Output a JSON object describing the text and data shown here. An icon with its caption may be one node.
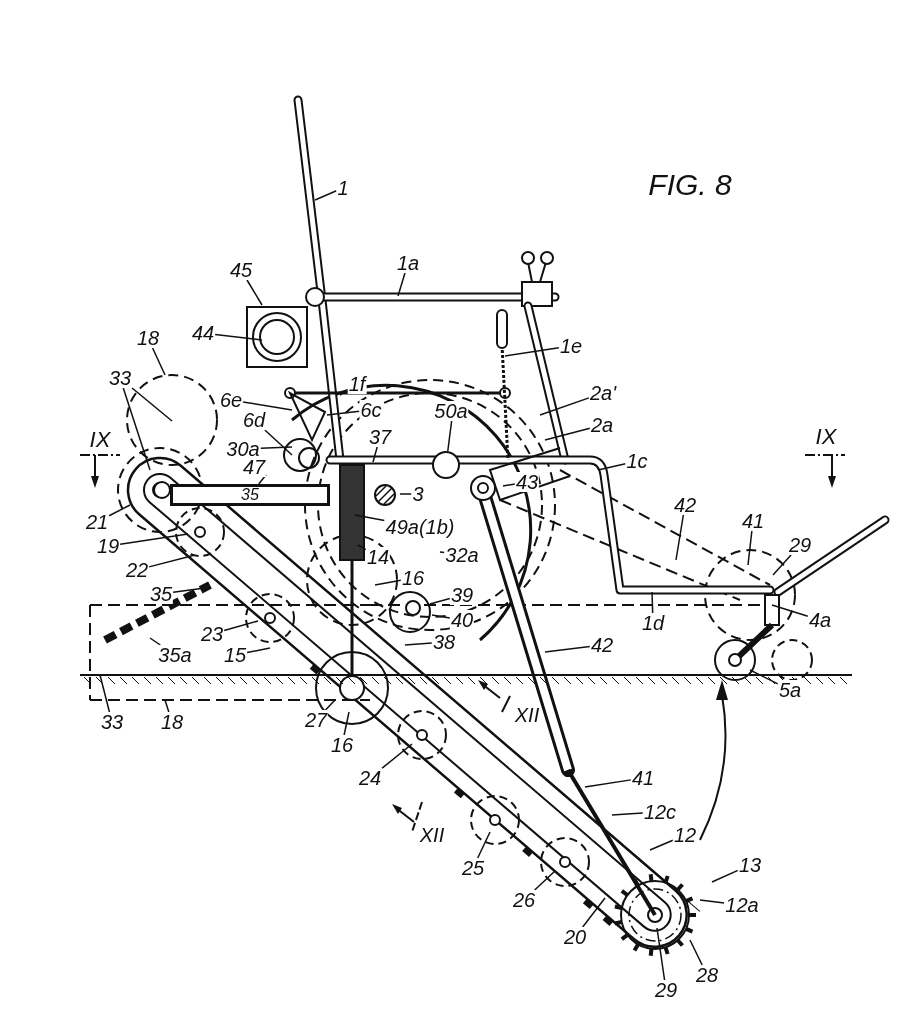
{
  "diagram": {
    "nodes": [
      {
        "text": [
          "1"
        ]
      },
      {
        "text": [
          "1a"
        ]
      },
      {
        "text": [
          "45"
        ]
      },
      {
        "text": [
          "44"
        ]
      },
      {
        "text": [
          "18"
        ]
      },
      {
        "text": [
          "33"
        ]
      },
      {
        "text": [
          "6e"
        ]
      },
      {
        "text": [
          "1f"
        ]
      },
      {
        "text": [
          "1e"
        ]
      },
      {
        "text": [
          "6c"
        ]
      },
      {
        "text": [
          "6d"
        ]
      },
      {
        "text": [
          "2a'"
        ]
      },
      {
        "text": [
          "50a"
        ]
      },
      {
        "text": [
          "2a"
        ]
      },
      {
        "text": [
          "30a"
        ]
      },
      {
        "text": [
          "37"
        ]
      },
      {
        "text": [
          "1c"
        ]
      },
      {
        "text": [
          "47"
        ]
      },
      {
        "text": [
          "43"
        ]
      },
      {
        "text": [
          "3"
        ]
      },
      {
        "text": [
          "21"
        ]
      },
      {
        "text": [
          "49a(1b)"
        ]
      },
      {
        "text": [
          "42"
        ]
      },
      {
        "text": [
          "41"
        ]
      },
      {
        "text": [
          "29"
        ]
      },
      {
        "text": [
          "19"
        ]
      },
      {
        "text": [
          "14"
        ]
      },
      {
        "text": [
          "32a"
        ]
      },
      {
        "text": [
          "22"
        ]
      },
      {
        "text": [
          "16"
        ]
      },
      {
        "text": [
          "35"
        ]
      },
      {
        "text": [
          "39"
        ]
      },
      {
        "text": [
          "4a"
        ]
      },
      {
        "text": [
          "1d"
        ]
      },
      {
        "text": [
          "40"
        ]
      },
      {
        "text": [
          "23"
        ]
      },
      {
        "text": [
          "38"
        ]
      },
      {
        "text": [
          "42"
        ]
      },
      {
        "text": [
          "15"
        ]
      },
      {
        "text": [
          "35a"
        ]
      },
      {
        "text": [
          "5a"
        ]
      },
      {
        "text": [
          "33"
        ]
      },
      {
        "text": [
          "18"
        ]
      },
      {
        "text": [
          "27"
        ]
      },
      {
        "text": [
          "16"
        ]
      },
      {
        "text": [
          "24"
        ]
      },
      {
        "text": [
          "41"
        ]
      },
      {
        "text": [
          "12c"
        ]
      },
      {
        "text": [
          "12"
        ]
      },
      {
        "text": [
          "25"
        ]
      },
      {
        "text": [
          "13"
        ]
      },
      {
        "text": [
          "26"
        ]
      },
      {
        "text": [
          "12a"
        ]
      },
      {
        "text": [
          "20"
        ]
      },
      {
        "text": [
          "28"
        ]
      },
      {
        "text": [
          "29"
        ]
      },
      {
        "text": [],
        "shape": "circle"
      },
      {
        "text": [
          "35"
        ]
      }
    ],
    "edges": [
      {
        "from": 0,
        "to": null,
        "arrow": "none"
      },
      {
        "from": 1,
        "to": null,
        "arrow": "none"
      },
      {
        "from": 2,
        "to": null,
        "arrow": "none"
      },
      {
        "from": 3,
        "to": null,
        "arrow": "none"
      },
      {
        "from": 4,
        "to": null,
        "arrow": "none"
      },
      {
        "from": 5,
        "to": null,
        "arrow": "none"
      },
      {
        "from": 5,
        "to": null,
        "arrow": "none"
      },
      {
        "from": 6,
        "to": null,
        "arrow": "none"
      },
      {
        "from": 7,
        "to": null,
        "arrow": "none"
      },
      {
        "from": 8,
        "to": null,
        "arrow": "none"
      },
      {
        "from": 9,
        "to": null,
        "arrow": "none"
      },
      {
        "from": 10,
        "to": null,
        "arrow": "none"
      },
      {
        "from": 11,
        "to": null,
        "arrow": "none"
      },
      {
        "from": 12,
        "to": 56,
        "arrow": "none"
      },
      {
        "from": 13,
        "to": null,
        "arrow": "none"
      },
      {
        "from": 14,
        "to": null,
        "arrow": "none"
      },
      {
        "from": 15,
        "to": null,
        "arrow": "none"
      },
      {
        "from": 16,
        "to": null,
        "arrow": "none"
      },
      {
        "from": 17,
        "to": 57,
        "arrow": "none"
      },
      {
        "from": 18,
        "to": null,
        "arrow": "none"
      },
      {
        "from": 19,
        "to": null,
        "arrow": "none"
      },
      {
        "from": 20,
        "to": null,
        "arrow": "none"
      },
      {
        "from": 21,
        "to": null,
        "arrow": "none"
      },
      {
        "from": 22,
        "to": null,
        "arrow": "none"
      },
      {
        "from": 23,
        "to": null,
        "arrow": "none"
      },
      {
        "from": 24,
        "to": null,
        "arrow": "none"
      },
      {
        "from": 25,
        "to": null,
        "arrow": "none"
      },
      {
        "from": 26,
        "to": null,
        "arrow": "none"
      },
      {
        "from": 27,
        "to": null,
        "arrow": "none"
      },
      {
        "from": 28,
        "to": null,
        "arrow": "none"
      },
      {
        "from": 29,
        "to": null,
        "arrow": "none"
      },
      {
        "from": 30,
        "to": null,
        "arrow": "none"
      },
      {
        "from": 31,
        "to": null,
        "arrow": "none"
      },
      {
        "from": 32,
        "to": null,
        "arrow": "none"
      },
      {
        "from": 33,
        "to": null,
        "arrow": "none"
      },
      {
        "from": 34,
        "to": null,
        "arrow": "none"
      },
      {
        "from": 35,
        "to": null,
        "arrow": "none"
      },
      {
        "from": 36,
        "to": null,
        "arrow": "none"
      },
      {
        "from": 37,
        "to": null,
        "arrow": "none"
      },
      {
        "from": 38,
        "to": null,
        "arrow": "none"
      },
      {
        "from": 39,
        "to": null,
        "arrow": "none"
      },
      {
        "from": 40,
        "to": null,
        "arrow": "none"
      },
      {
        "from": 41,
        "to": null,
        "arrow": "none"
      },
      {
        "from": 42,
        "to": null,
        "arrow": "none"
      },
      {
        "from": 43,
        "to": null,
        "arrow": "none"
      },
      {
        "from": 44,
        "to": null,
        "arrow": "none"
      },
      {
        "from": 45,
        "to": null,
        "arrow": "none"
      },
      {
        "from": 46,
        "to": null,
        "arrow": "none"
      },
      {
        "from": 47,
        "to": null,
        "arrow": "none"
      },
      {
        "from": 48,
        "to": null,
        "arrow": "none"
      },
      {
        "from": 49,
        "to": null,
        "arrow": "none"
      },
      {
        "from": 50,
        "to": null,
        "arrow": "none"
      },
      {
        "from": 51,
        "to": null,
        "arrow": "none"
      },
      {
        "from": 52,
        "to": null,
        "arrow": "none"
      },
      {
        "from": 53,
        "to": null,
        "arrow": "none"
      },
      {
        "from": 54,
        "to": null,
        "arrow": "none"
      },
      {
        "from": 55,
        "to": null,
        "arrow": "none"
      }
    ],
    "labels": [
      "FIG. 8",
      "IX",
      "IX",
      "XII",
      "XII"
    ]
  }
}
